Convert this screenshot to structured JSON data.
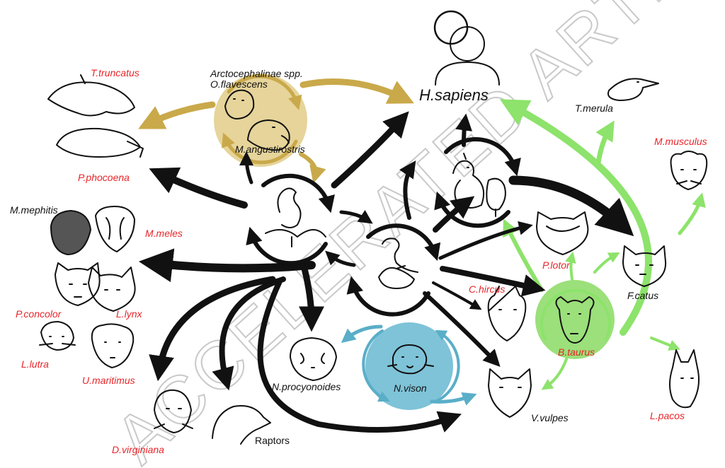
{
  "watermark": "ACCELERATED ARTICLE PREVIEW",
  "hubs": {
    "human": "H.sapiens",
    "seals_line1": "Arctocephalinae spp.",
    "seals_line2": "O.flavescens",
    "seals_line3": "M.angustirostris"
  },
  "species": {
    "t_truncatus": "T.truncatus",
    "p_phocoena": "P.phocoena",
    "m_mephitis": "M.mephitis",
    "m_meles": "M.meles",
    "p_concolor": "P.concolor",
    "l_lynx": "L.lynx",
    "l_lutra": "L.lutra",
    "u_maritimus": "U.maritimus",
    "d_virginiana": "D.virginiana",
    "raptors": "Raptors",
    "n_procyonoides": "N.procyonoides",
    "n_vison": "N.vison",
    "v_vulpes": "V.vulpes",
    "c_hircus": "C.hircus",
    "p_lotor": "P.lotor",
    "f_catus": "F.catus",
    "b_taurus": "B.taurus",
    "t_merula": "T.merula",
    "m_musculus": "M.musculus",
    "l_pacos": "L.pacos"
  },
  "colors": {
    "seal_hub": "#e6d49a",
    "seal_arrow": "#c9a94a",
    "mink_hub": "#7ec3d8",
    "mink_arrow": "#5aaec8",
    "cattle_hub": "#9be07a",
    "cattle_arrow": "#8de36b",
    "red_label": "#e8252a",
    "black": "#111111"
  }
}
